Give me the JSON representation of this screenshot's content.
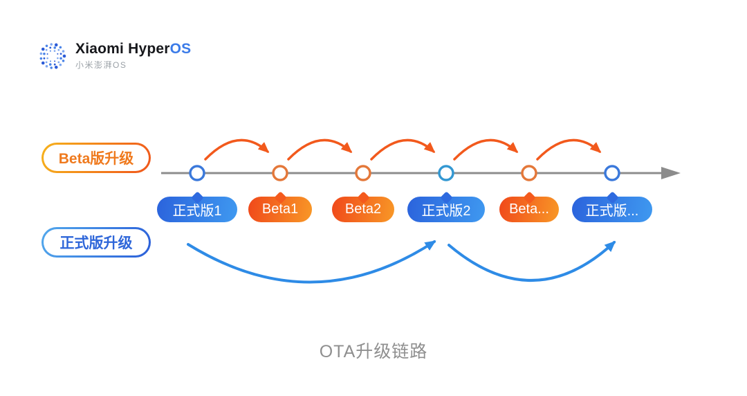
{
  "logo": {
    "brand": "Xiaomi Hyper",
    "brand_accent": "OS",
    "subtitle": "小米澎湃OS"
  },
  "legend": {
    "beta_label": "Beta版升级",
    "official_label": "正式版升级"
  },
  "timeline": {
    "nodes": [
      {
        "label": "正式版1",
        "type": "official"
      },
      {
        "label": "Beta1",
        "type": "beta"
      },
      {
        "label": "Beta2",
        "type": "beta"
      },
      {
        "label": "正式版2",
        "type": "official"
      },
      {
        "label": "Beta...",
        "type": "beta"
      },
      {
        "label": "正式版...",
        "type": "official"
      }
    ],
    "beta_hop_arcs": 5,
    "official_long_arcs": 2
  },
  "caption": "OTA升级链路",
  "colors": {
    "beta_orange": "#f2591c",
    "beta_bubble_gradient": [
      "#f0481a",
      "#f89827"
    ],
    "official_blue": "#2b63dc",
    "official_bubble_gradient": [
      "#2b63dc",
      "#3f99f0"
    ],
    "arc_blue": "#2e8be6",
    "timeline_gray": "#8c8c8c",
    "brand_blue": "#3b7be8",
    "caption_gray": "#8f8f8f"
  }
}
